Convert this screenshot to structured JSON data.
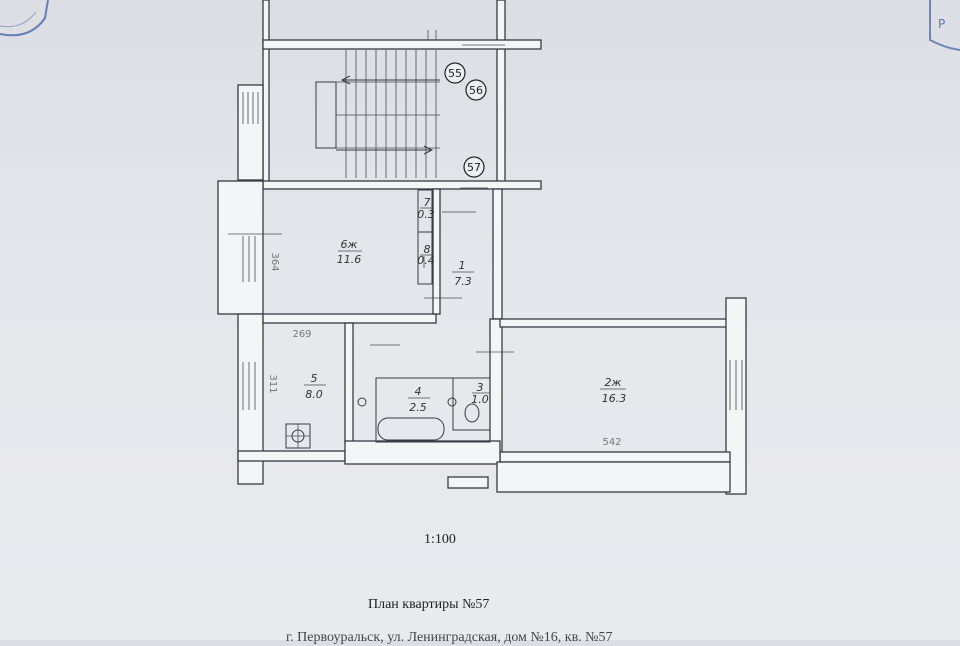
{
  "rooms": [
    {
      "id": "1",
      "label": "1",
      "area": "7.3"
    },
    {
      "id": "2",
      "label": "2ж",
      "area": "16.3"
    },
    {
      "id": "3",
      "label": "3",
      "area": "1.0"
    },
    {
      "id": "4",
      "label": "4",
      "area": "2.5"
    },
    {
      "id": "5",
      "label": "5",
      "area": "8.0"
    },
    {
      "id": "6",
      "label": "6ж",
      "area": "11.6"
    },
    {
      "id": "7",
      "label": "7",
      "area": "0.3"
    },
    {
      "id": "8",
      "label": "8",
      "area": "0.4"
    }
  ],
  "markers": [
    "55",
    "56",
    "57"
  ],
  "dimensions": {
    "d1": "364",
    "d2": "269",
    "d3": "311",
    "d4": "542"
  },
  "scale": "1:100",
  "title": "План квартиры №57",
  "address": "г. Первоуральск, ул. Ленинградская, дом №16, кв. №57",
  "colors": {
    "line": "#3a3b40",
    "paper": "#e6e7ec",
    "stamp": "#3f5fa8"
  }
}
